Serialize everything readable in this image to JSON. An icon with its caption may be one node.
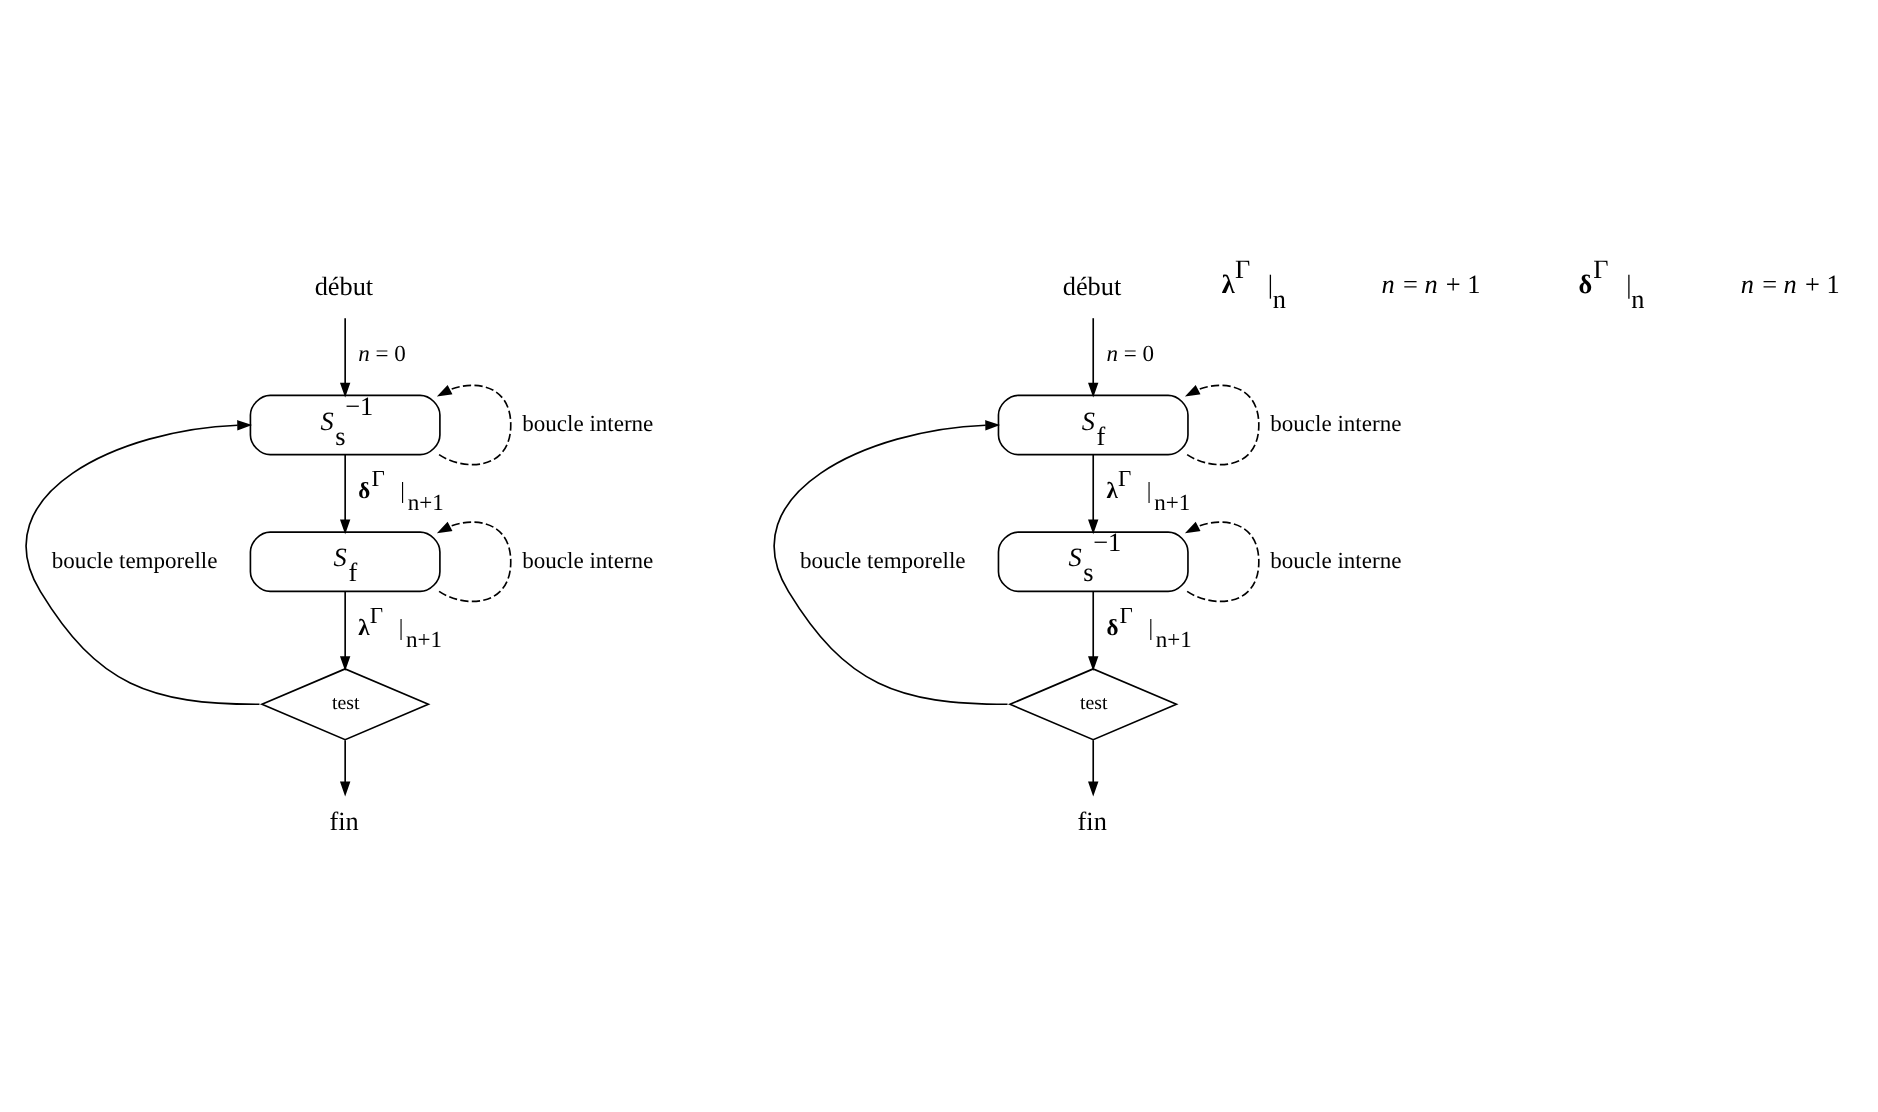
{
  "diagram": {
    "nodes": [
      {
        "text": [
          "début"
        ]
      },
      {
        "text": [
          "*S*$_{s}$$^{−1}$"
        ]
      },
      {
        "text": [
          "*S*$_{f}$"
        ]
      },
      {
        "text": [
          "test"
        ]
      },
      {
        "text": [
          "fin"
        ]
      },
      {
        "text": [
          "début"
        ]
      },
      {
        "text": [
          "*S*$_{f}$"
        ]
      },
      {
        "text": [
          "*S*$_{s}$$^{−1}$"
        ]
      },
      {
        "text": [
          "test"
        ]
      },
      {
        "text": [
          "fin"
        ]
      }
    ],
    "edges": [
      {
        "from": 0,
        "to": 1,
        "arrow": "to",
        "label": "*n* = 0"
      },
      {
        "from": 1,
        "to": 1,
        "arrow": "to",
        "style": "dashed",
        "label": "boucle interne"
      },
      {
        "from": 1,
        "to": 2,
        "arrow": "to",
        "label": "**δ**$^{Γ}$ |$_{n+1}$"
      },
      {
        "from": 2,
        "to": 2,
        "arrow": "to",
        "style": "dashed",
        "label": "boucle interne"
      },
      {
        "from": 2,
        "to": 3,
        "arrow": "to",
        "label": "**λ**$^{Γ}$ |$_{n+1}$"
      },
      {
        "from": 3,
        "to": 4,
        "arrow": "to"
      },
      {
        "from": 3,
        "to": 1,
        "arrow": "to",
        "label": "boucle temporelle"
      },
      {
        "from": 5,
        "to": 6,
        "arrow": "to",
        "label": "*n* = 0"
      },
      {
        "from": 6,
        "to": 6,
        "arrow": "to",
        "style": "dashed",
        "label": "boucle interne"
      },
      {
        "from": 6,
        "to": 7,
        "arrow": "to",
        "label": "**λ**$^{Γ}$ |$_{n+1}$"
      },
      {
        "from": 7,
        "to": 7,
        "arrow": "to",
        "style": "dashed",
        "label": "boucle interne"
      },
      {
        "from": 7,
        "to": 8,
        "arrow": "to",
        "label": "**δ**$^{Γ}$ |$_{n+1}$"
      },
      {
        "from": 8,
        "to": 9,
        "arrow": "to"
      },
      {
        "from": 8,
        "to": 6,
        "arrow": "to",
        "label": "boucle temporelle"
      }
    ],
    "labels": [
      "**λ**$^{Γ}$ |$_{n}$",
      "*n* = *n* + 1",
      "**δ**$^{Γ}$ |$_{n}$",
      "*n* = *n* + 1"
    ]
  }
}
